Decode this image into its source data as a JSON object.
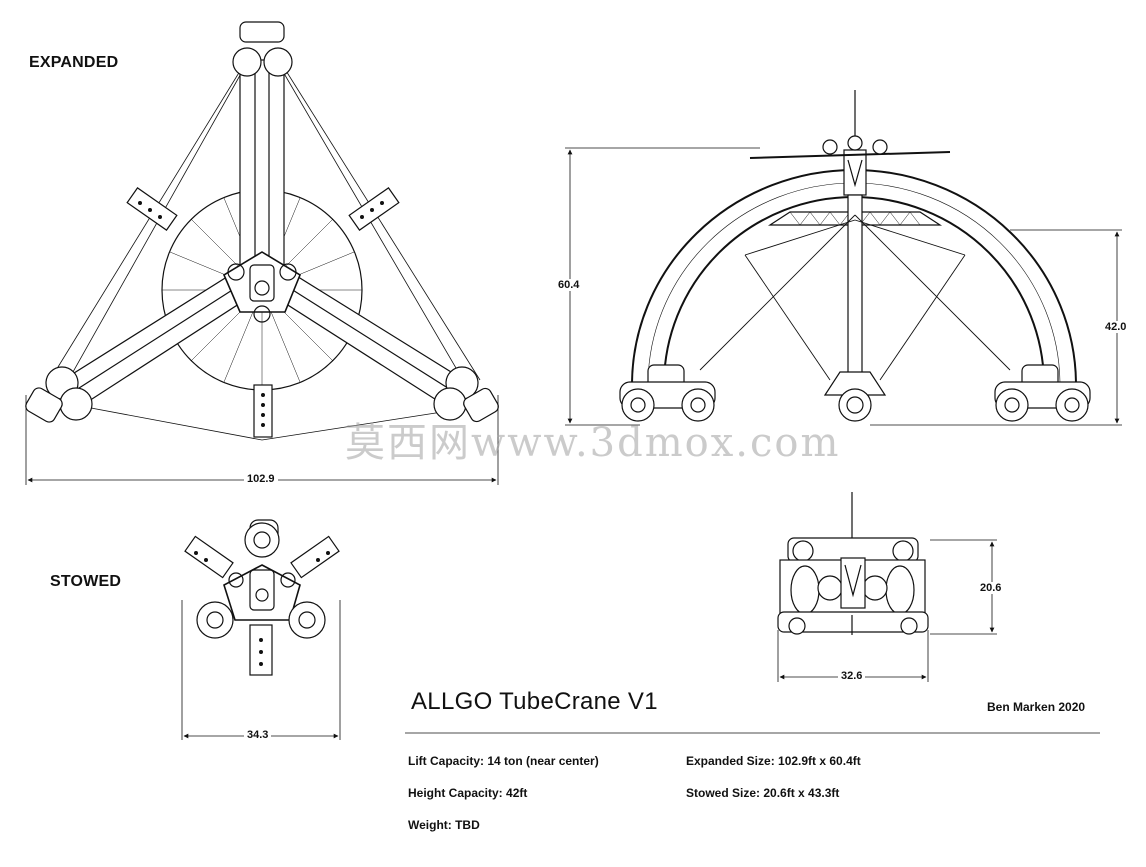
{
  "views": {
    "expanded_label": "EXPANDED",
    "stowed_label": "STOWED"
  },
  "dimensions": {
    "expanded_width": "102.9",
    "expanded_height": "60.4",
    "side_height": "42.0",
    "stowed_height": "20.6",
    "stowed_width_side": "32.6",
    "stowed_width_top": "34.3"
  },
  "title_block": {
    "title": "ALLGO TubeCrane V1",
    "author": "Ben Marken 2020",
    "specs_left": [
      "Lift Capacity: 14 ton (near center)",
      "Height Capacity: 42ft",
      "Weight: TBD"
    ],
    "specs_right": [
      "Expanded Size: 102.9ft x 60.4ft",
      "Stowed Size: 20.6ft x 43.3ft"
    ]
  },
  "watermark": "莫西网www.3dmox.com",
  "colors": {
    "line": "#111111",
    "background": "#ffffff"
  }
}
